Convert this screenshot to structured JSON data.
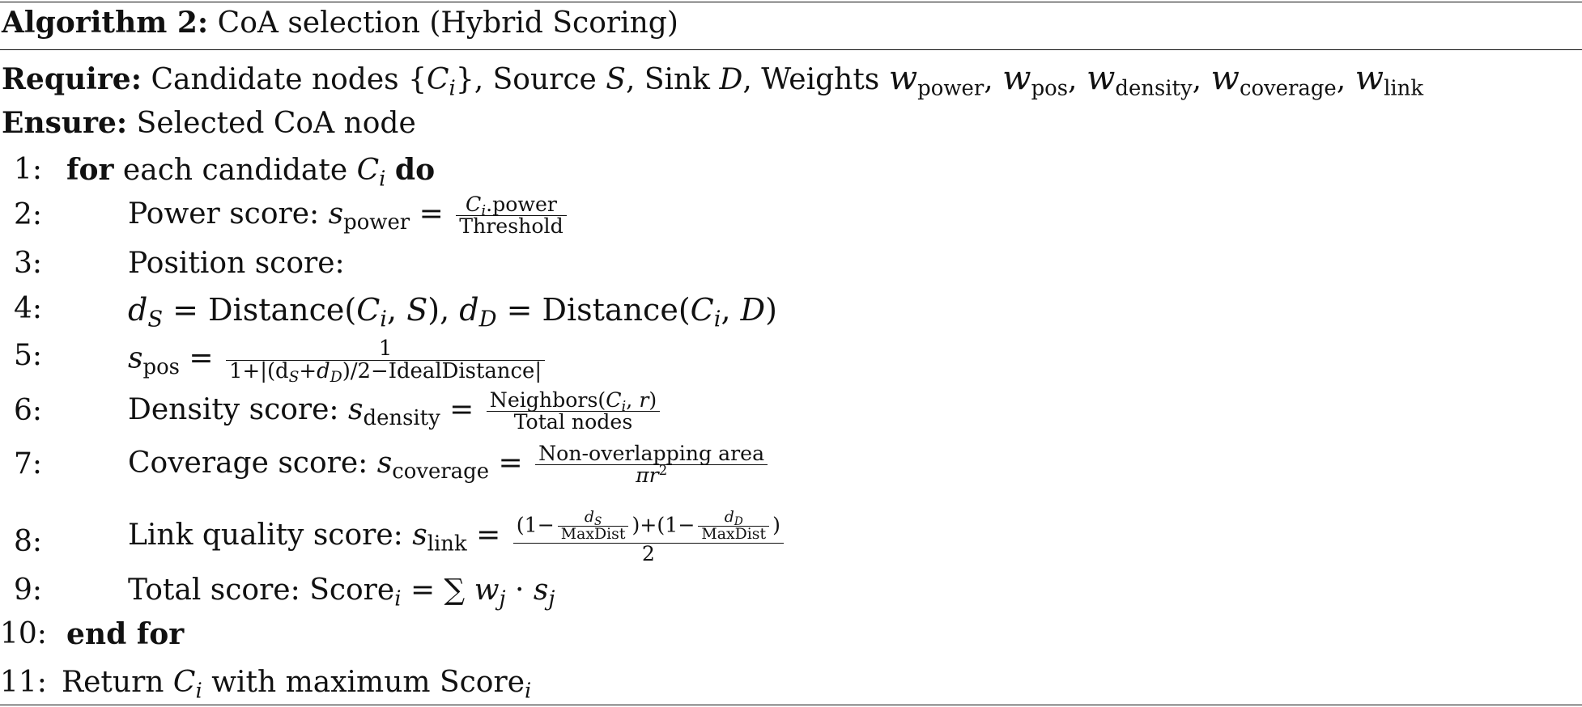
{
  "header": {
    "label": "Algorithm 2:",
    "title": "CoA selection (Hybrid Scoring)"
  },
  "require": {
    "keyword": "Require:",
    "text_1": "Candidate nodes {",
    "text_2": "}, Source ",
    "text_3": ", Sink ",
    "text_4": ", Weights "
  },
  "ensure": {
    "keyword": "Ensure:",
    "text": "Selected CoA node"
  },
  "lines": [
    {
      "num": "1:",
      "kw_for": "for",
      "text": "each candidate",
      "kw_do": "do"
    },
    {
      "num": "2:",
      "label": "Power score:",
      "num_frac": ".power",
      "den_frac": "Threshold"
    },
    {
      "num": "3:",
      "label": "Position score:"
    },
    {
      "num": "4:",
      "func": "Distance"
    },
    {
      "num": "5:",
      "den_frac": "1+|(d",
      "ideal": ")/2−IdealDistance|"
    },
    {
      "num": "6:",
      "label": "Density score:",
      "num_frac": "Neighbors(",
      "den_frac": "Total nodes"
    },
    {
      "num": "7:",
      "label": "Coverage score:",
      "num_frac": "Non-overlapping area"
    },
    {
      "num": "8:",
      "label": "Link quality score:",
      "maxdist": "MaxDist"
    },
    {
      "num": "9:",
      "label": "Total score:",
      "score": "Score"
    },
    {
      "num": "10:",
      "kw_end": "end for"
    },
    {
      "num": "11:",
      "text_1": "Return",
      "text_2": "with maximum",
      "score": "Score"
    }
  ]
}
